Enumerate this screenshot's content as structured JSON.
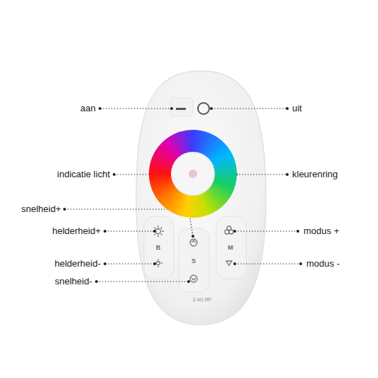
{
  "diagram": {
    "labels": [
      "aan",
      "uit",
      "indicatie licht",
      "kleurenring",
      "snelheid+",
      "helderheid+",
      "modus +",
      "helderheid-",
      "modus -",
      "snelheid-",
      "B",
      "S",
      "M",
      "2.4G RF"
    ]
  }
}
